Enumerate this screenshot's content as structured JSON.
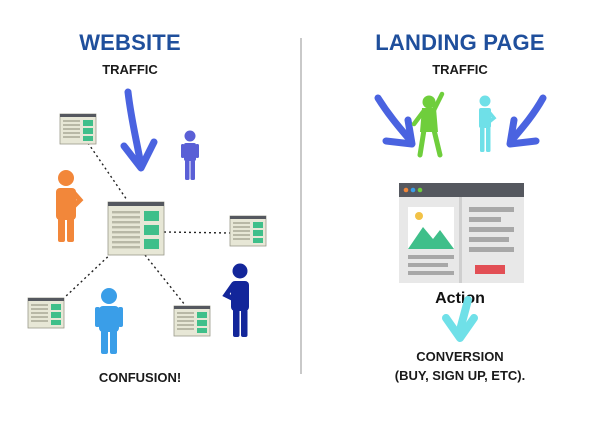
{
  "website": {
    "title": "WEBSITE",
    "traffic_label": "TRAFFIC",
    "outcome": "CONFUSION!"
  },
  "landing_page": {
    "title": "LANDING PAGE",
    "traffic_label": "TRAFFIC",
    "action_label": "Action",
    "outcome_line1": "CONVERSION",
    "outcome_line2": "(BUY, SIGN UP, ETC)."
  },
  "colors": {
    "title_blue": "#1f4f9c",
    "arrow_blue": "#4a63e0",
    "orange": "#f2873a",
    "purple": "#5a5fd6",
    "light_blue": "#3a9ee8",
    "navy": "#13269a",
    "green": "#6fce3c",
    "cyan": "#6fe0e8",
    "page_green": "#3fbf8a",
    "page_beige": "#e7e7d6"
  },
  "icons": [
    "down-arrow-icon",
    "webpage-thumbnail-icon",
    "person-icon",
    "browser-window-icon",
    "image-placeholder-icon"
  ]
}
